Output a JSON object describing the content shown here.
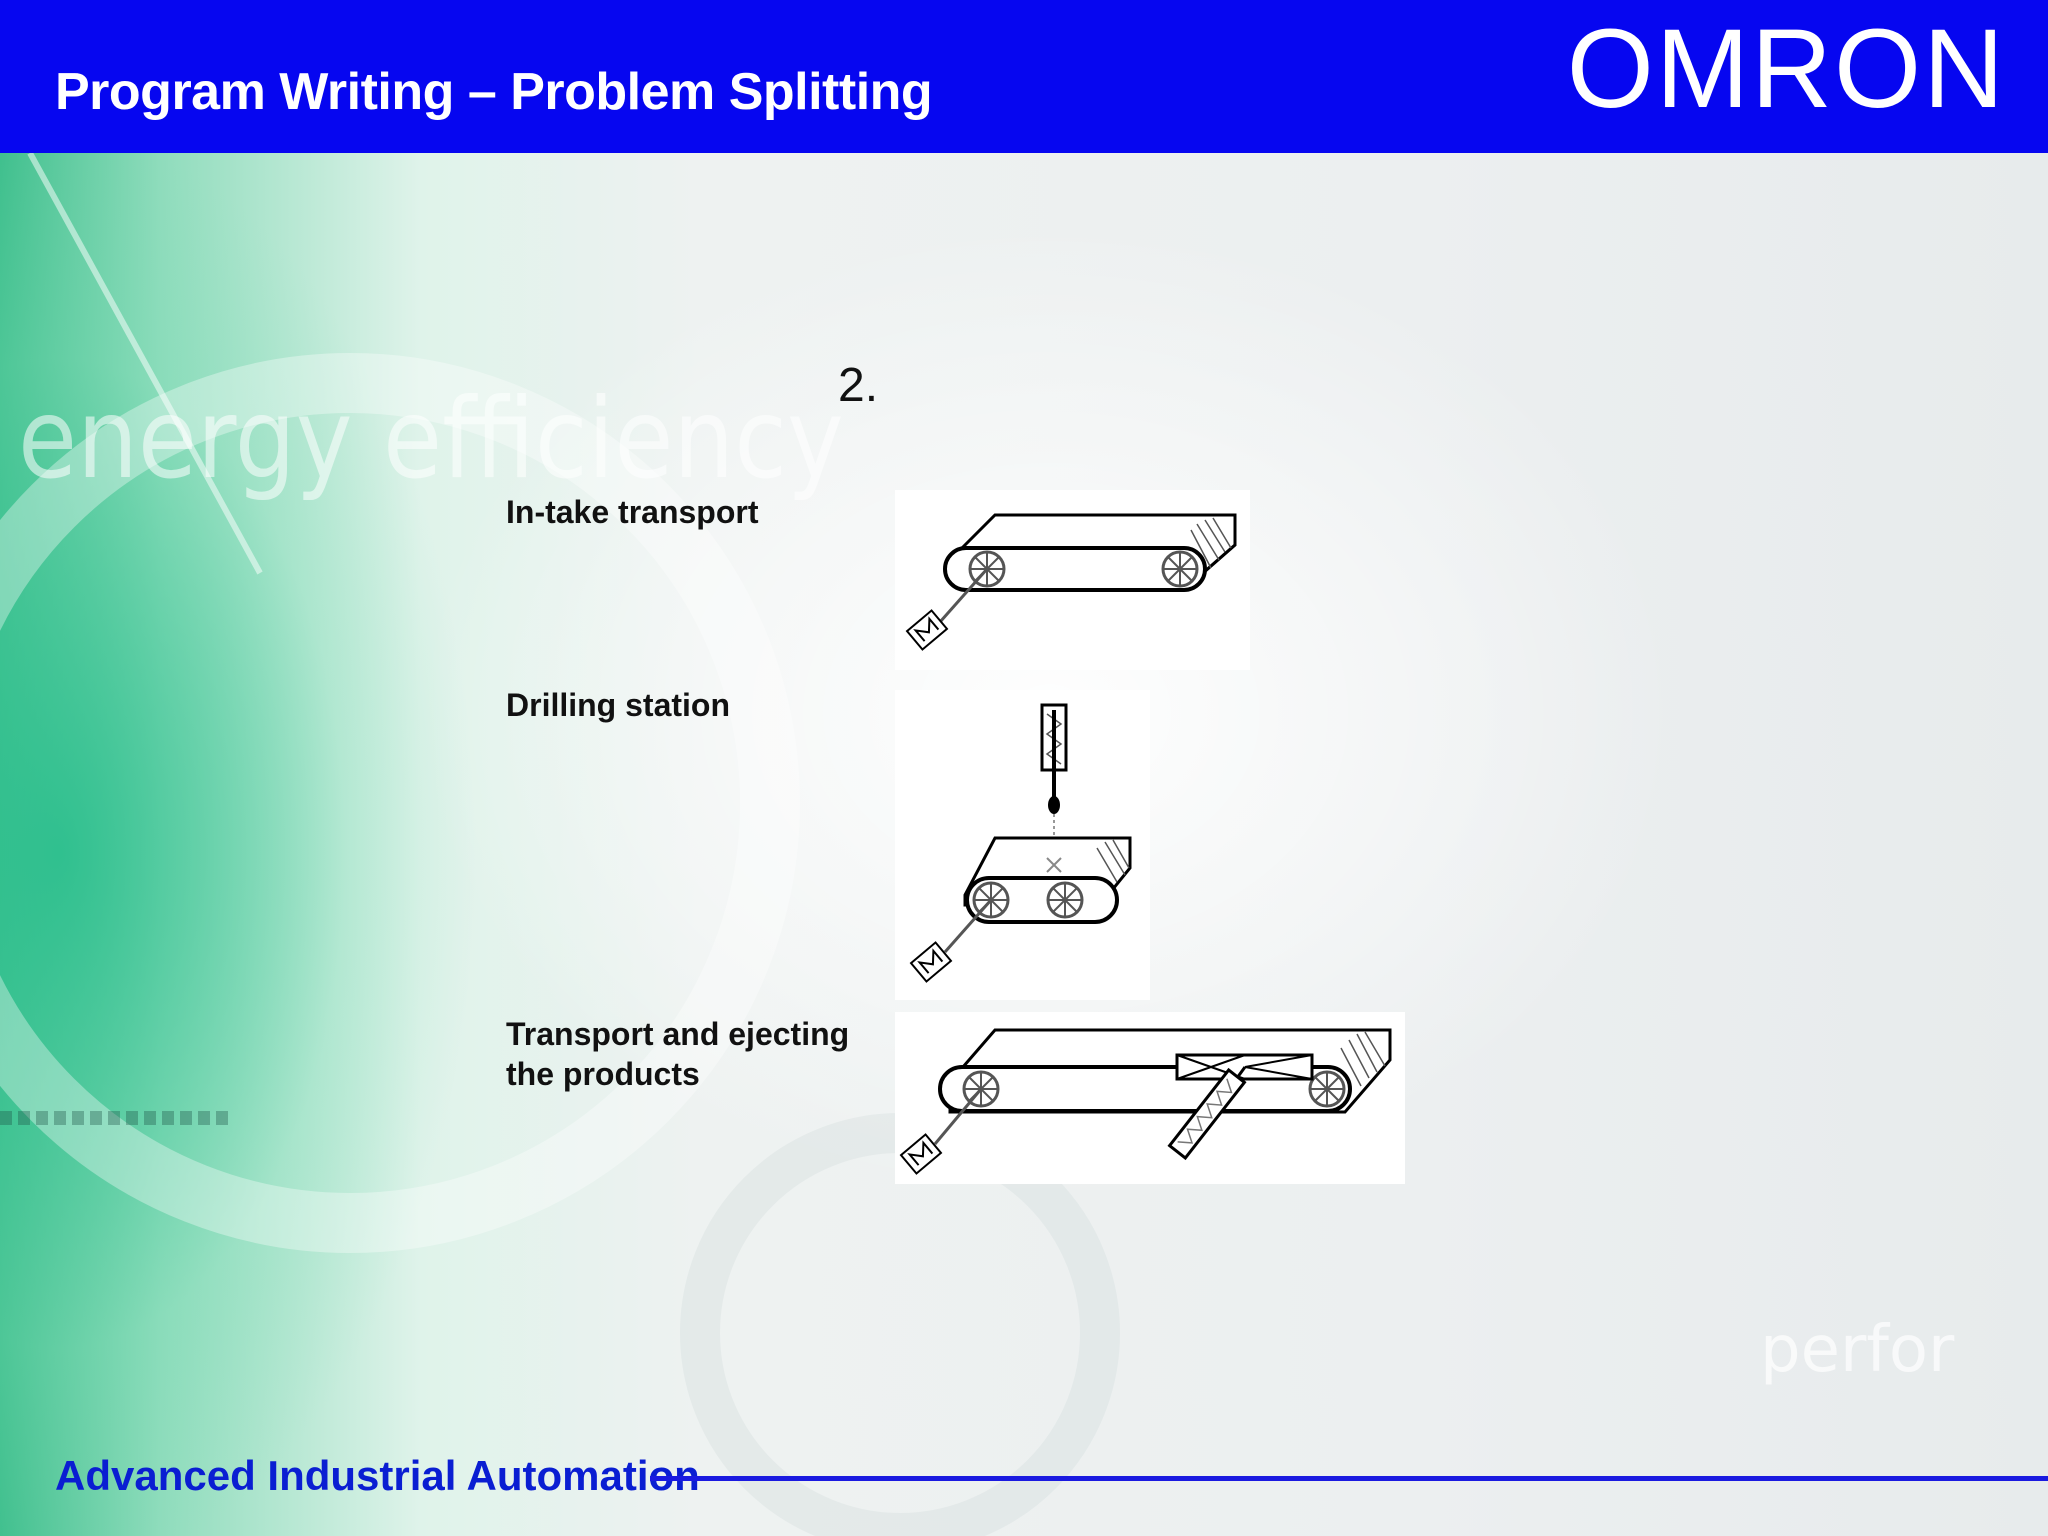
{
  "header": {
    "title": "Program Writing – Problem Splitting",
    "logo": "OMRON"
  },
  "step_number": "2.",
  "sections": [
    {
      "label": "In-take transport",
      "diagram_icon": "conveyor-motor-icon"
    },
    {
      "label": "Drilling station",
      "diagram_icon": "drill-conveyor-icon"
    },
    {
      "label": "Transport and ejecting the products",
      "diagram_icon": "ejector-conveyor-icon"
    }
  ],
  "background": {
    "watermark_left": "energy efficiency",
    "watermark_right": "perfor"
  },
  "footer": {
    "tagline": "Advanced Industrial Automation"
  },
  "colors": {
    "header_blue": "#0606f0",
    "footer_blue": "#0a1ed2"
  }
}
